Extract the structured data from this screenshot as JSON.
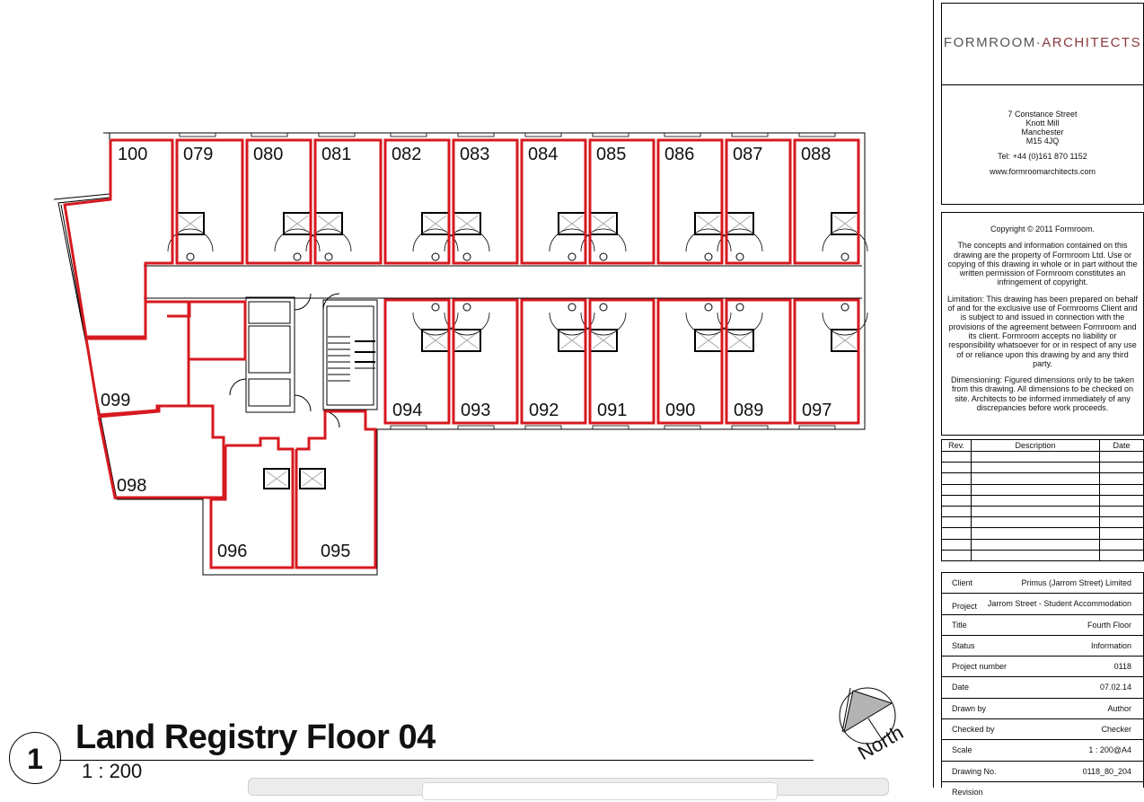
{
  "drawing": {
    "view_number": "1",
    "view_title": "Land Registry Floor 04",
    "view_scale": "1 : 200",
    "north_label": "North",
    "rooms": {
      "north_row": [
        "100",
        "079",
        "080",
        "081",
        "082",
        "083",
        "084",
        "085",
        "086",
        "087",
        "088"
      ],
      "south_row": [
        "094",
        "093",
        "092",
        "091",
        "090",
        "089",
        "097"
      ],
      "west_wing": [
        "099",
        "098",
        "096",
        "095"
      ]
    },
    "colors": {
      "room_outline": "#d71920",
      "linework": "#000000",
      "compass_fill": "#b3b3b3"
    }
  },
  "titleblock": {
    "logo": {
      "part1": "FORMROOM·",
      "part2": "ARCHITECTS"
    },
    "address": {
      "lines": [
        "7 Constance Street",
        "Knott Mill",
        "Manchester",
        "M15 4JQ"
      ],
      "tel": "Tel: +44 (0)161 870 1152",
      "web": "www.formroomarchitects.com"
    },
    "copyright": {
      "heading": "Copyright © 2011 Formroom.",
      "concepts": "The concepts and information contained on this drawing are the property of Formroom Ltd. Use or copying of this drawing in whole or in part without the written permission of Formroom constitutes an infringement of copyright.",
      "limitation": "Limitation: This drawing has been prepared on behalf of and for the exclusive use of Formrooms Client and is subject to and issued in connection with the provisions of the agreement between Formroom and its client. Formroom accepts no liability or responsibility whatsoever for or in respect of any use of or reliance upon this drawing by and any third party.",
      "dimensioning": "Dimensioning: Figured dimensions only to be taken from this drawing.  All dimensions to be checked on site. Architects to be informed immediately of any discrepancies before work proceeds."
    },
    "revisions": {
      "headers": {
        "rev": "Rev.",
        "description": "Description",
        "date": "Date"
      },
      "empty_rows": 10
    },
    "info": [
      {
        "key": "Client",
        "value": "Primus (Jarrom Street) Limited"
      },
      {
        "key": "Project",
        "value": "Jarrom Street - Student Accommodation"
      },
      {
        "key": "Title",
        "value": "Fourth Floor"
      },
      {
        "key": "Status",
        "value": "Information"
      },
      {
        "key": "Project number",
        "value": "0118"
      },
      {
        "key": "Date",
        "value": "07.02.14"
      },
      {
        "key": "Drawn by",
        "value": "Author"
      },
      {
        "key": "Checked by",
        "value": "Checker"
      },
      {
        "key": "Scale",
        "value": "1 : 200@A4"
      },
      {
        "key": "Drawing No.",
        "value": "0118_80_204"
      },
      {
        "key": "Revision",
        "value": ""
      }
    ]
  }
}
